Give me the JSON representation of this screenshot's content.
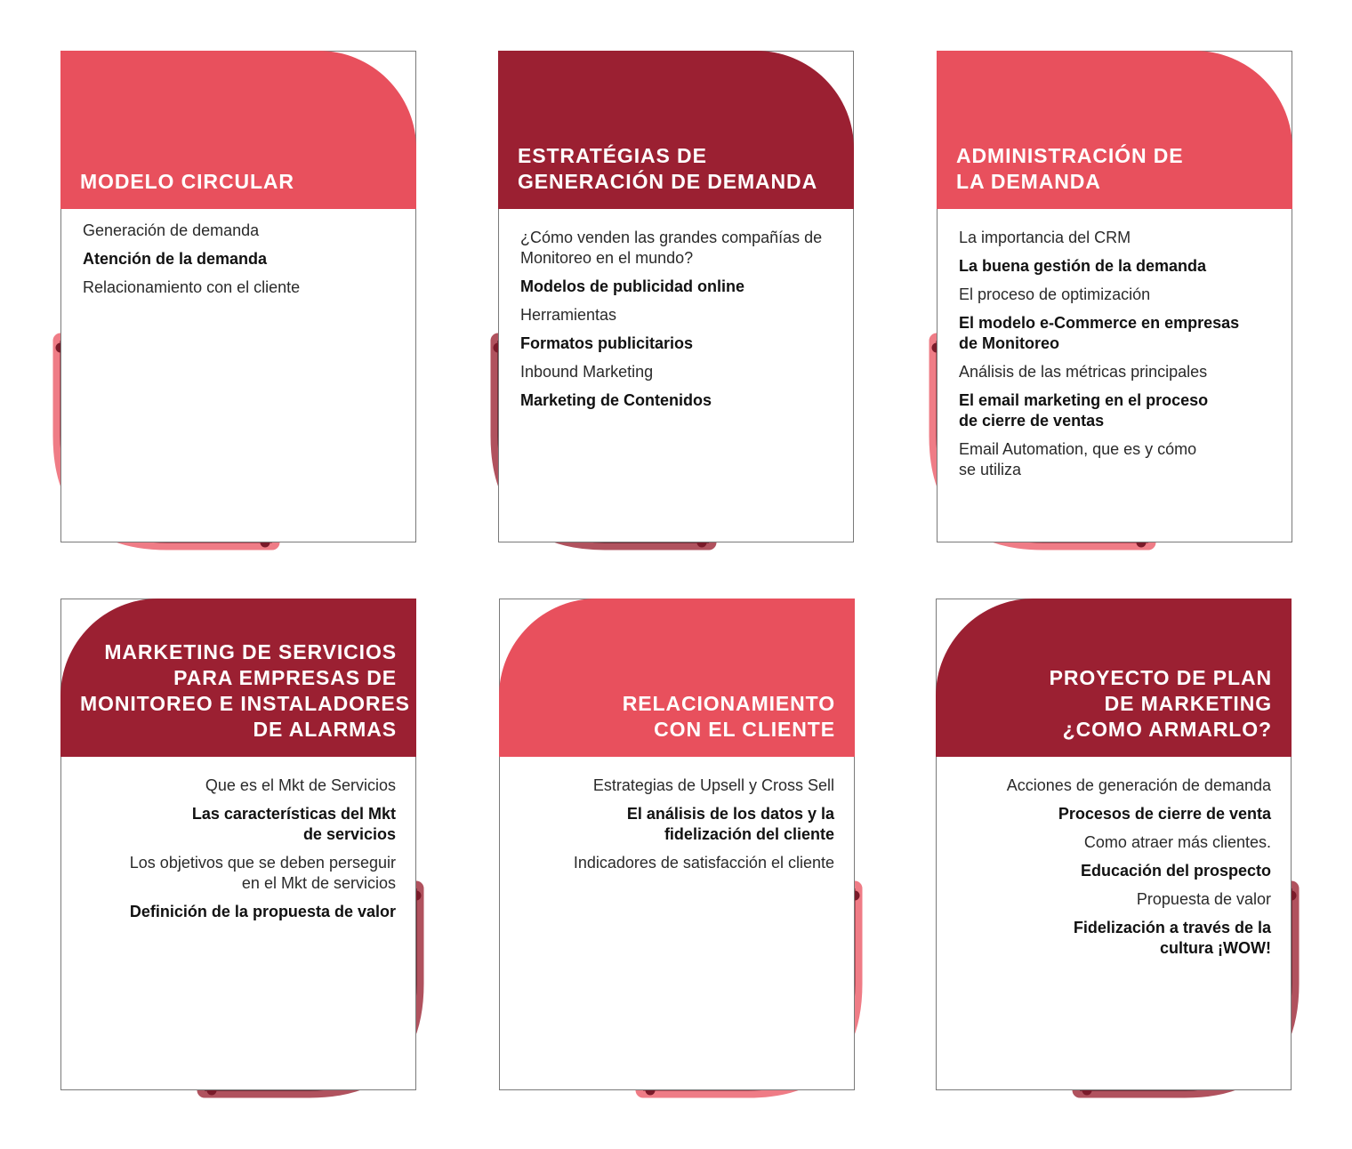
{
  "cards": [
    {
      "title_lines": [
        "MODELO CIRCULAR"
      ],
      "items": [
        {
          "lines": [
            "Generación de demanda"
          ],
          "bold": false
        },
        {
          "lines": [
            "Atención de la demanda"
          ],
          "bold": true
        },
        {
          "lines": [
            "Relacionamiento con el cliente"
          ],
          "bold": false
        }
      ]
    },
    {
      "title_lines": [
        "ESTRATÉGIAS DE",
        "GENERACIÓN DE DEMANDA"
      ],
      "items": [
        {
          "lines": [
            "¿Cómo venden las grandes compañías de",
            "Monitoreo en el mundo?"
          ],
          "bold": false
        },
        {
          "lines": [
            "Modelos de publicidad online"
          ],
          "bold": true
        },
        {
          "lines": [
            "Herramientas"
          ],
          "bold": false
        },
        {
          "lines": [
            "Formatos publicitarios"
          ],
          "bold": true
        },
        {
          "lines": [
            "Inbound Marketing"
          ],
          "bold": false
        },
        {
          "lines": [
            "Marketing de Contenidos"
          ],
          "bold": true
        }
      ]
    },
    {
      "title_lines": [
        "ADMINISTRACIÓN DE",
        "LA DEMANDA"
      ],
      "items": [
        {
          "lines": [
            "La importancia del CRM"
          ],
          "bold": false
        },
        {
          "lines": [
            "La buena gestión de la demanda"
          ],
          "bold": true
        },
        {
          "lines": [
            "El proceso de optimización"
          ],
          "bold": false
        },
        {
          "lines": [
            "El modelo e-Commerce en empresas",
            "de Monitoreo"
          ],
          "bold": true
        },
        {
          "lines": [
            "Análisis de las métricas principales"
          ],
          "bold": false
        },
        {
          "lines": [
            "El email marketing en el proceso",
            "de cierre de ventas"
          ],
          "bold": true
        },
        {
          "lines": [
            "Email Automation, que es y cómo",
            "se utiliza"
          ],
          "bold": false
        }
      ]
    },
    {
      "title_lines": [
        "MARKETING DE SERVICIOS",
        "PARA EMPRESAS DE",
        "MONITOREO E INSTALADORES",
        "DE ALARMAS"
      ],
      "items": [
        {
          "lines": [
            "Que es el Mkt de Servicios"
          ],
          "bold": false
        },
        {
          "lines": [
            "Las características del Mkt",
            "de servicios"
          ],
          "bold": true
        },
        {
          "lines": [
            "Los objetivos que se deben perseguir",
            "en el Mkt de servicios"
          ],
          "bold": false
        },
        {
          "lines": [
            "Definición de la propuesta de valor"
          ],
          "bold": true
        }
      ]
    },
    {
      "title_lines": [
        "RELACIONAMIENTO",
        "CON EL CLIENTE"
      ],
      "items": [
        {
          "lines": [
            "Estrategias de Upsell y Cross Sell"
          ],
          "bold": false
        },
        {
          "lines": [
            "El análisis de los datos y la",
            "fidelización del cliente"
          ],
          "bold": true
        },
        {
          "lines": [
            "Indicadores de satisfacción el cliente"
          ],
          "bold": false
        }
      ]
    },
    {
      "title_lines": [
        "PROYECTO DE PLAN",
        "DE MARKETING",
        "¿COMO ARMARLO?"
      ],
      "items": [
        {
          "lines": [
            "Acciones de generación de demanda"
          ],
          "bold": false
        },
        {
          "lines": [
            "Procesos de cierre de venta"
          ],
          "bold": true
        },
        {
          "lines": [
            "Como atraer más clientes."
          ],
          "bold": false
        },
        {
          "lines": [
            "Educación del prospecto"
          ],
          "bold": true
        },
        {
          "lines": [
            "Propuesta de valor"
          ],
          "bold": false
        },
        {
          "lines": [
            "Fidelización a través de la",
            "cultura ¡WOW!"
          ],
          "bold": true
        }
      ]
    }
  ],
  "colors": {
    "header_light": "#e8505d",
    "header_dark": "#9b2032",
    "arc_light": "#ef7c86",
    "arc_dark": "#b0525e",
    "dot": "#7a1b2a"
  }
}
